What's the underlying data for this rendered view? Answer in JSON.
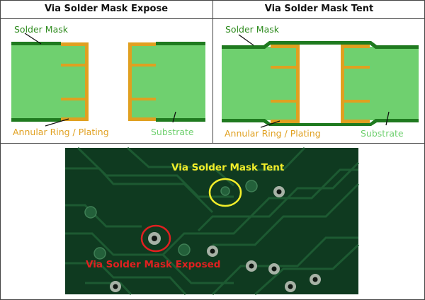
{
  "left_panel": {
    "title": "Via Solder Mask Expose",
    "label_solder_mask": "Solder Mask",
    "label_annular": "Annular Ring / Plating",
    "label_substrate": "Substrate"
  },
  "right_panel": {
    "title": "Via Solder Mask Tent",
    "label_solder_mask": "Solder Mask",
    "label_annular": "Annular Ring / Plating",
    "label_substrate": "Substrate"
  },
  "photo": {
    "label_tent": "Via Solder Mask Tent",
    "label_exposed": "Via Solder Mask Exposed"
  },
  "colors": {
    "substrate": "#6fd06f",
    "mask": "#1f7a1f",
    "plating": "#e0a020",
    "pcb": "#0f3a20",
    "trace": "#1d5a32"
  }
}
